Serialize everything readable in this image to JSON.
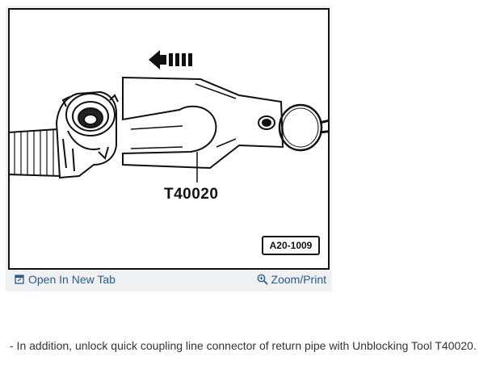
{
  "figure": {
    "part_label": "T40020",
    "figure_code": "A20-1009"
  },
  "toolbar": {
    "open_new_tab_label": "Open In New Tab",
    "zoom_print_label": "Zoom/Print",
    "open_icon": "open-in-new-tab-icon",
    "zoom_icon": "magnifier-icon",
    "link_color": "#2a5c8a"
  },
  "instruction": {
    "text": "-  In addition, unlock quick coupling line connector of return pipe with Unblocking Tool T40020."
  }
}
